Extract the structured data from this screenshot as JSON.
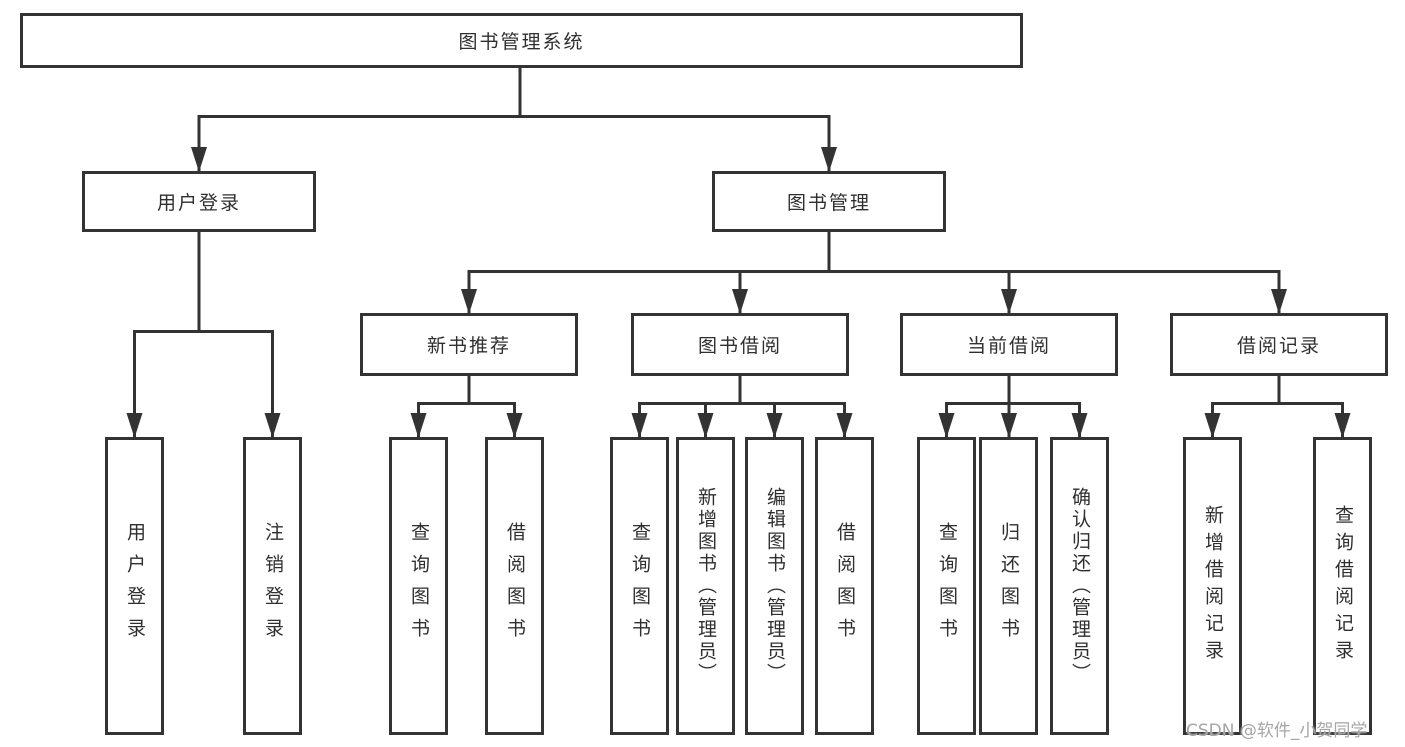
{
  "diagram": {
    "root": {
      "label": "图书管理系统"
    },
    "level2": [
      {
        "label": "用户登录"
      },
      {
        "label": "图书管理"
      }
    ],
    "level3": [
      {
        "label": "新书推荐",
        "parent": "图书管理"
      },
      {
        "label": "图书借阅",
        "parent": "图书管理"
      },
      {
        "label": "当前借阅",
        "parent": "图书管理"
      },
      {
        "label": "借阅记录",
        "parent": "图书管理"
      }
    ],
    "leaves": [
      {
        "label": "用户登录",
        "parent": "用户登录"
      },
      {
        "label": "注销登录",
        "parent": "用户登录"
      },
      {
        "label": "查询图书",
        "parent": "新书推荐"
      },
      {
        "label": "借阅图书",
        "parent": "新书推荐"
      },
      {
        "label": "查询图书",
        "parent": "图书借阅"
      },
      {
        "label": "新增图书（管理员）",
        "parent": "图书借阅"
      },
      {
        "label": "编辑图书（管理员）",
        "parent": "图书借阅"
      },
      {
        "label": "借阅图书",
        "parent": "图书借阅"
      },
      {
        "label": "查询图书",
        "parent": "当前借阅"
      },
      {
        "label": "归还图书",
        "parent": "当前借阅"
      },
      {
        "label": "确认归还（管理员）",
        "parent": "当前借阅"
      },
      {
        "label": "新增借阅记录",
        "parent": "借阅记录"
      },
      {
        "label": "查询借阅记录",
        "parent": "借阅记录"
      }
    ]
  },
  "watermark": {
    "text": "CSDN @软件_小贺同学"
  },
  "colors": {
    "line": "#333333",
    "box_border": "#333333",
    "text": "#2f2f2f",
    "background": "#ffffff",
    "watermark": "#a6a6a6"
  }
}
